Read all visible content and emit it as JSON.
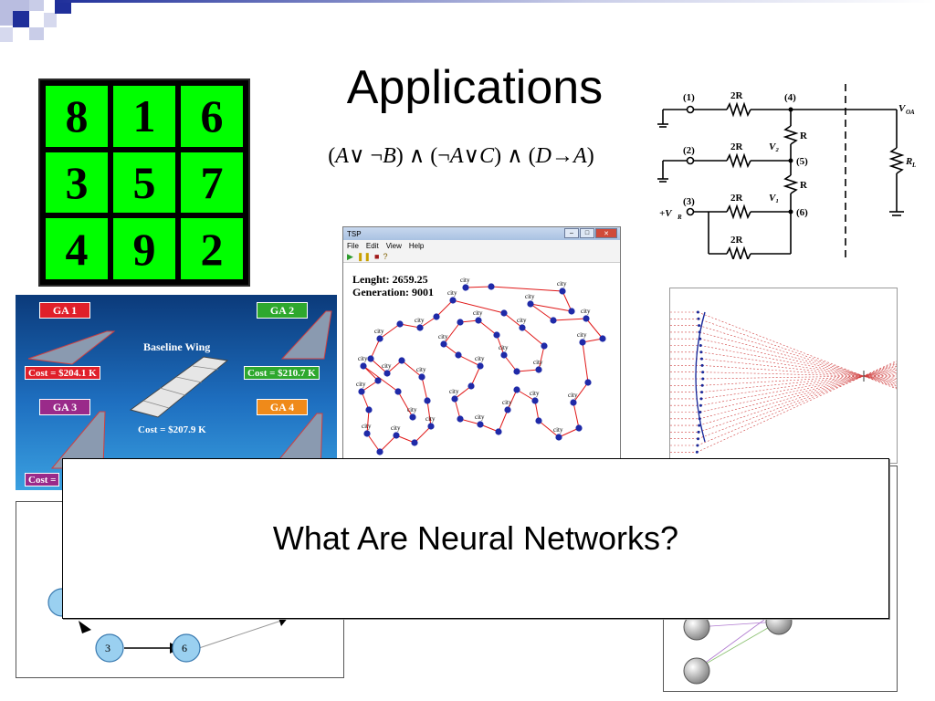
{
  "slide": {
    "title": "Applications",
    "formula": {
      "t1": "(",
      "a1": "A",
      "t2": "∨ ¬",
      "b1": "B",
      "t3": ") ∧ (¬",
      "a2": "A",
      "t4": "∨",
      "c1": "C",
      "t5": ") ∧ (",
      "d1": "D",
      "t6": "→",
      "a3": "A",
      "t7": ")"
    },
    "overlay_text": "What Are Neural Networks?"
  },
  "magic_square": [
    "8",
    "1",
    "6",
    "3",
    "5",
    "7",
    "4",
    "9",
    "2"
  ],
  "wing_panel": {
    "ga1": "GA 1",
    "ga2": "GA 2",
    "ga3": "GA 3",
    "ga4": "GA 4",
    "cost1": "Cost = $204.1 K",
    "cost2": "Cost = $210.7 K",
    "cost3": "Cost =",
    "baseline_label": "Baseline Wing",
    "baseline_cost": "Cost = $207.9 K"
  },
  "tsp_window": {
    "title": "TSP",
    "menu": [
      "File",
      "Edit",
      "View",
      "Help"
    ],
    "length": "Lenght: 2659.25",
    "generation": "Generation: 9001",
    "city_label": "city"
  },
  "circuit": {
    "n1": "(1)",
    "n2": "(2)",
    "n3": "(3)",
    "n4": "(4)",
    "n5": "(5)",
    "n6": "(6)",
    "r2a": "2R",
    "r2b": "2R",
    "r2c": "2R",
    "r2d": "2R",
    "ra": "R",
    "rb": "R",
    "v2": "V₂",
    "v1": "V₁",
    "vr": "+V",
    "vr_sub": "R",
    "voa": "V",
    "voa_sub": "OA",
    "rl": "R",
    "rl_sub": "L"
  },
  "graph": {
    "node3": "3",
    "node6": "6"
  },
  "colors": {
    "deco_blue": "#1f2f9a",
    "deco_light": "#b9bde0",
    "magic_green": "#00ff00",
    "ga1": "#e0202a",
    "ga2": "#2ea82e",
    "ga3": "#9a2a8a",
    "ga4": "#ef8a1a",
    "tsp_node": "#1f2aa8",
    "tsp_edge": "#e01818",
    "graph_node": "#9ad0f0"
  }
}
